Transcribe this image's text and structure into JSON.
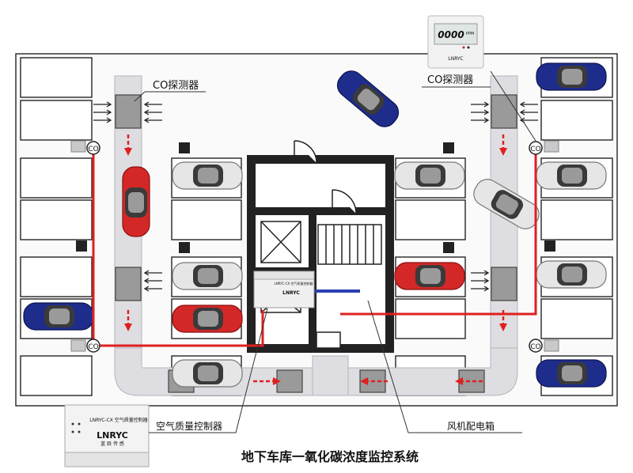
{
  "title": "地下车库一氧化碳浓度监控系统",
  "labels": {
    "co_detector_left": "CO探测器",
    "co_detector_right": "CO探测器",
    "co_marker": "CO",
    "air_controller": "空气质量控制器",
    "fan_box": "风机配电箱"
  },
  "devices": {
    "detector_display": "0000",
    "detector_unit": "PPM",
    "detector_brand": "LNRYC",
    "controller_brand": "LNRYC",
    "controller_model": "LNRYC-CX 空气质量控制器",
    "controller_model_big": "LNRYC-CX 空气质量控制器",
    "controller_brand_big": "LNRYC",
    "controller_sub_big": "蓝 跃 传 感"
  },
  "colors": {
    "red_line": "#e02020",
    "duct": "#d9d9dc",
    "wall": "#222222",
    "car_red": "#d42828",
    "car_blue": "#1e2d8c",
    "car_white": "#e4e4e4"
  }
}
